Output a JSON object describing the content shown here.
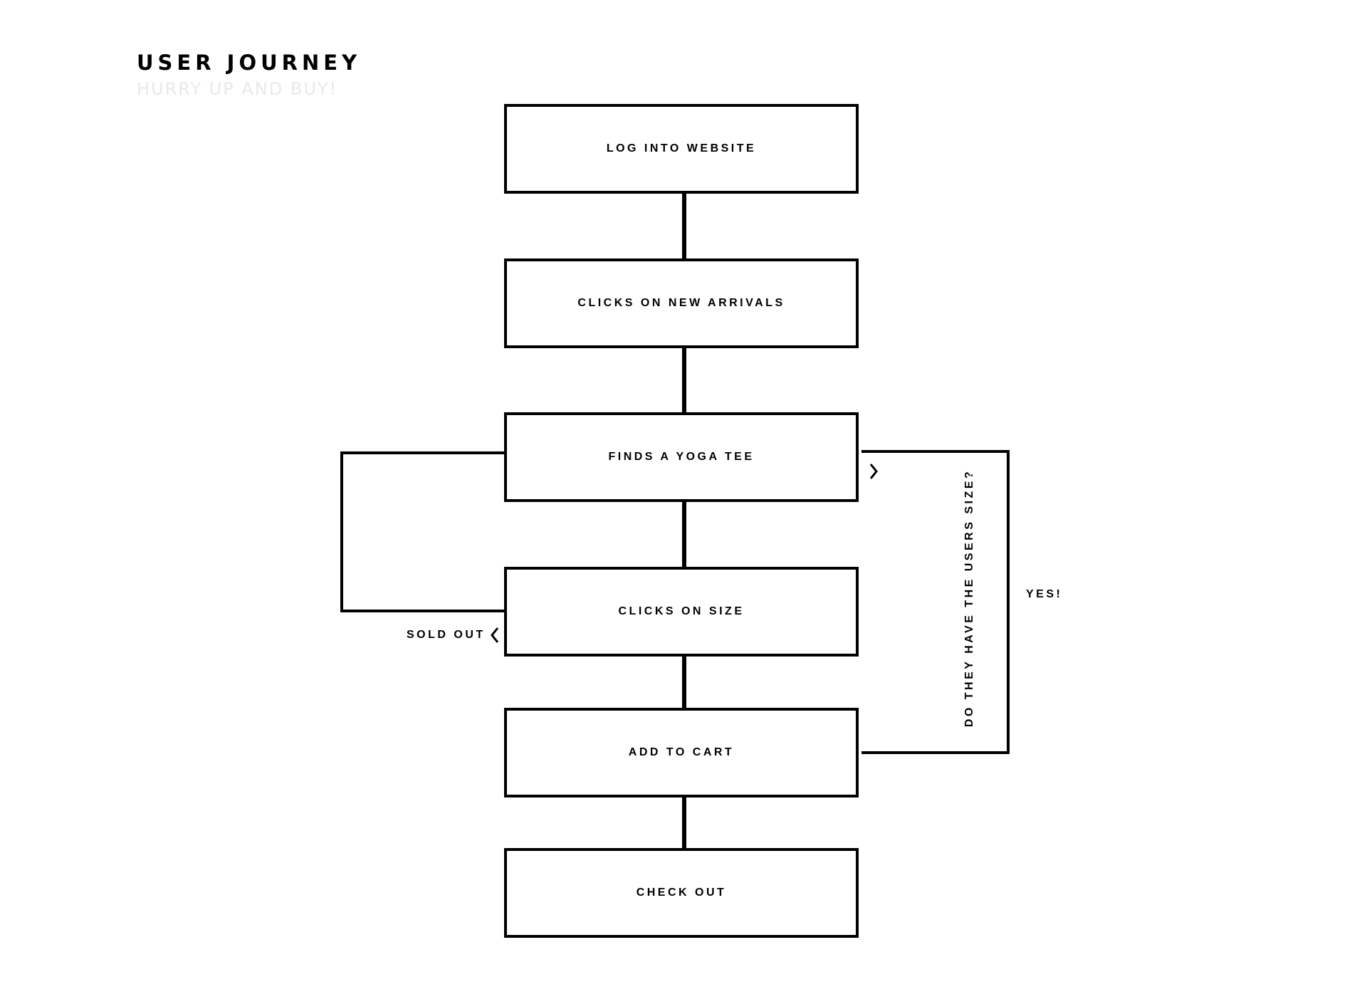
{
  "header": {
    "title": "USER JOURNEY",
    "subtitle": "HURRY UP AND BUY!"
  },
  "steps": [
    {
      "label": "LOG INTO WEBSITE"
    },
    {
      "label": "CLICKS ON NEW ARRIVALS"
    },
    {
      "label": "FINDS A YOGA TEE"
    },
    {
      "label": "CLICKS ON SIZE"
    },
    {
      "label": "ADD TO CART"
    },
    {
      "label": "CHECK OUT"
    }
  ],
  "branches": {
    "sold_out_label": "SOLD OUT",
    "question_label": "DO THEY HAVE THE USERS SIZE?",
    "yes_label": "YES!"
  },
  "icons": {
    "sold_out_arrow": "chevron-left-icon",
    "yes_arrow": "chevron-right-icon"
  },
  "colors": {
    "stroke": "#000000",
    "subtitle": "#e9e9e9",
    "background": "#ffffff"
  }
}
